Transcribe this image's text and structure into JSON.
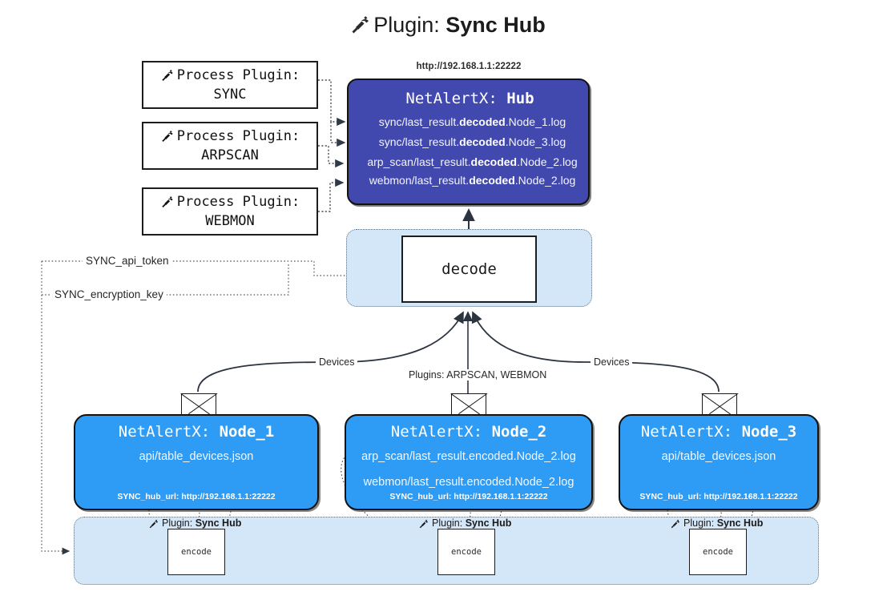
{
  "title": {
    "icon": "plug-icon",
    "prefix": "Plugin: ",
    "name": "Sync Hub"
  },
  "process_plugins": [
    {
      "icon": "plug-icon",
      "head": "Process Plugin:",
      "name": "SYNC"
    },
    {
      "icon": "plug-icon",
      "head": "Process Plugin:",
      "name": "ARPSCAN"
    },
    {
      "icon": "plug-icon",
      "head": "Process Plugin:",
      "name": "WEBMON"
    }
  ],
  "hub": {
    "url": "http://192.168.1.1:22222",
    "title_prefix": "NetAlertX: ",
    "title_name": "Hub",
    "logs": [
      {
        "pre": "sync/last_result.",
        "em": "decoded",
        "post": ".Node_1.log"
      },
      {
        "pre": "sync/last_result.",
        "em": "decoded",
        "post": ".Node_3.log"
      },
      {
        "pre": "arp_scan/last_result.",
        "em": "decoded",
        "post": ".Node_2.log"
      },
      {
        "pre": "webmon/last_result.",
        "em": "decoded",
        "post": ".Node_2.log"
      }
    ]
  },
  "decode": {
    "label": "decode"
  },
  "keys": {
    "api_token": "SYNC_api_token",
    "encryption_key": "SYNC_encryption_key"
  },
  "edge_labels": {
    "devices_left": "Devices",
    "devices_right": "Devices",
    "plugins_mid": "Plugins: ARPSCAN, WEBMON"
  },
  "nodes": [
    {
      "icon": "envelope-icon",
      "title_prefix": "NetAlertX: ",
      "title_name": "Node_1",
      "lines": [
        "api/table_devices.json"
      ],
      "url_label": "SYNC_hub_url: http://192.168.1.1:22222"
    },
    {
      "icon": "envelope-icon",
      "title_prefix": "NetAlertX: ",
      "title_name": "Node_2",
      "lines": [
        "arp_scan/last_result.encoded.Node_2.log",
        "webmon/last_result.encoded.Node_2.log"
      ],
      "url_label": "SYNC_hub_url: http://192.168.1.1:22222"
    },
    {
      "icon": "envelope-icon",
      "title_prefix": "NetAlertX: ",
      "title_name": "Node_3",
      "lines": [
        "api/table_devices.json"
      ],
      "url_label": "SYNC_hub_url: http://192.168.1.1:22222"
    }
  ],
  "plugin_tags": [
    {
      "icon": "plug-icon",
      "prefix": "Plugin: ",
      "name": "Sync Hub",
      "encode": "encode"
    },
    {
      "icon": "plug-icon",
      "prefix": "Plugin: ",
      "name": "Sync Hub",
      "encode": "encode"
    },
    {
      "icon": "plug-icon",
      "prefix": "Plugin: ",
      "name": "Sync Hub",
      "encode": "encode"
    }
  ],
  "colors": {
    "hub_fill": "#4249ae",
    "node_fill": "#2e9bf4",
    "container_fill": "#d4e7f9",
    "stroke": "#1d1d1d"
  }
}
